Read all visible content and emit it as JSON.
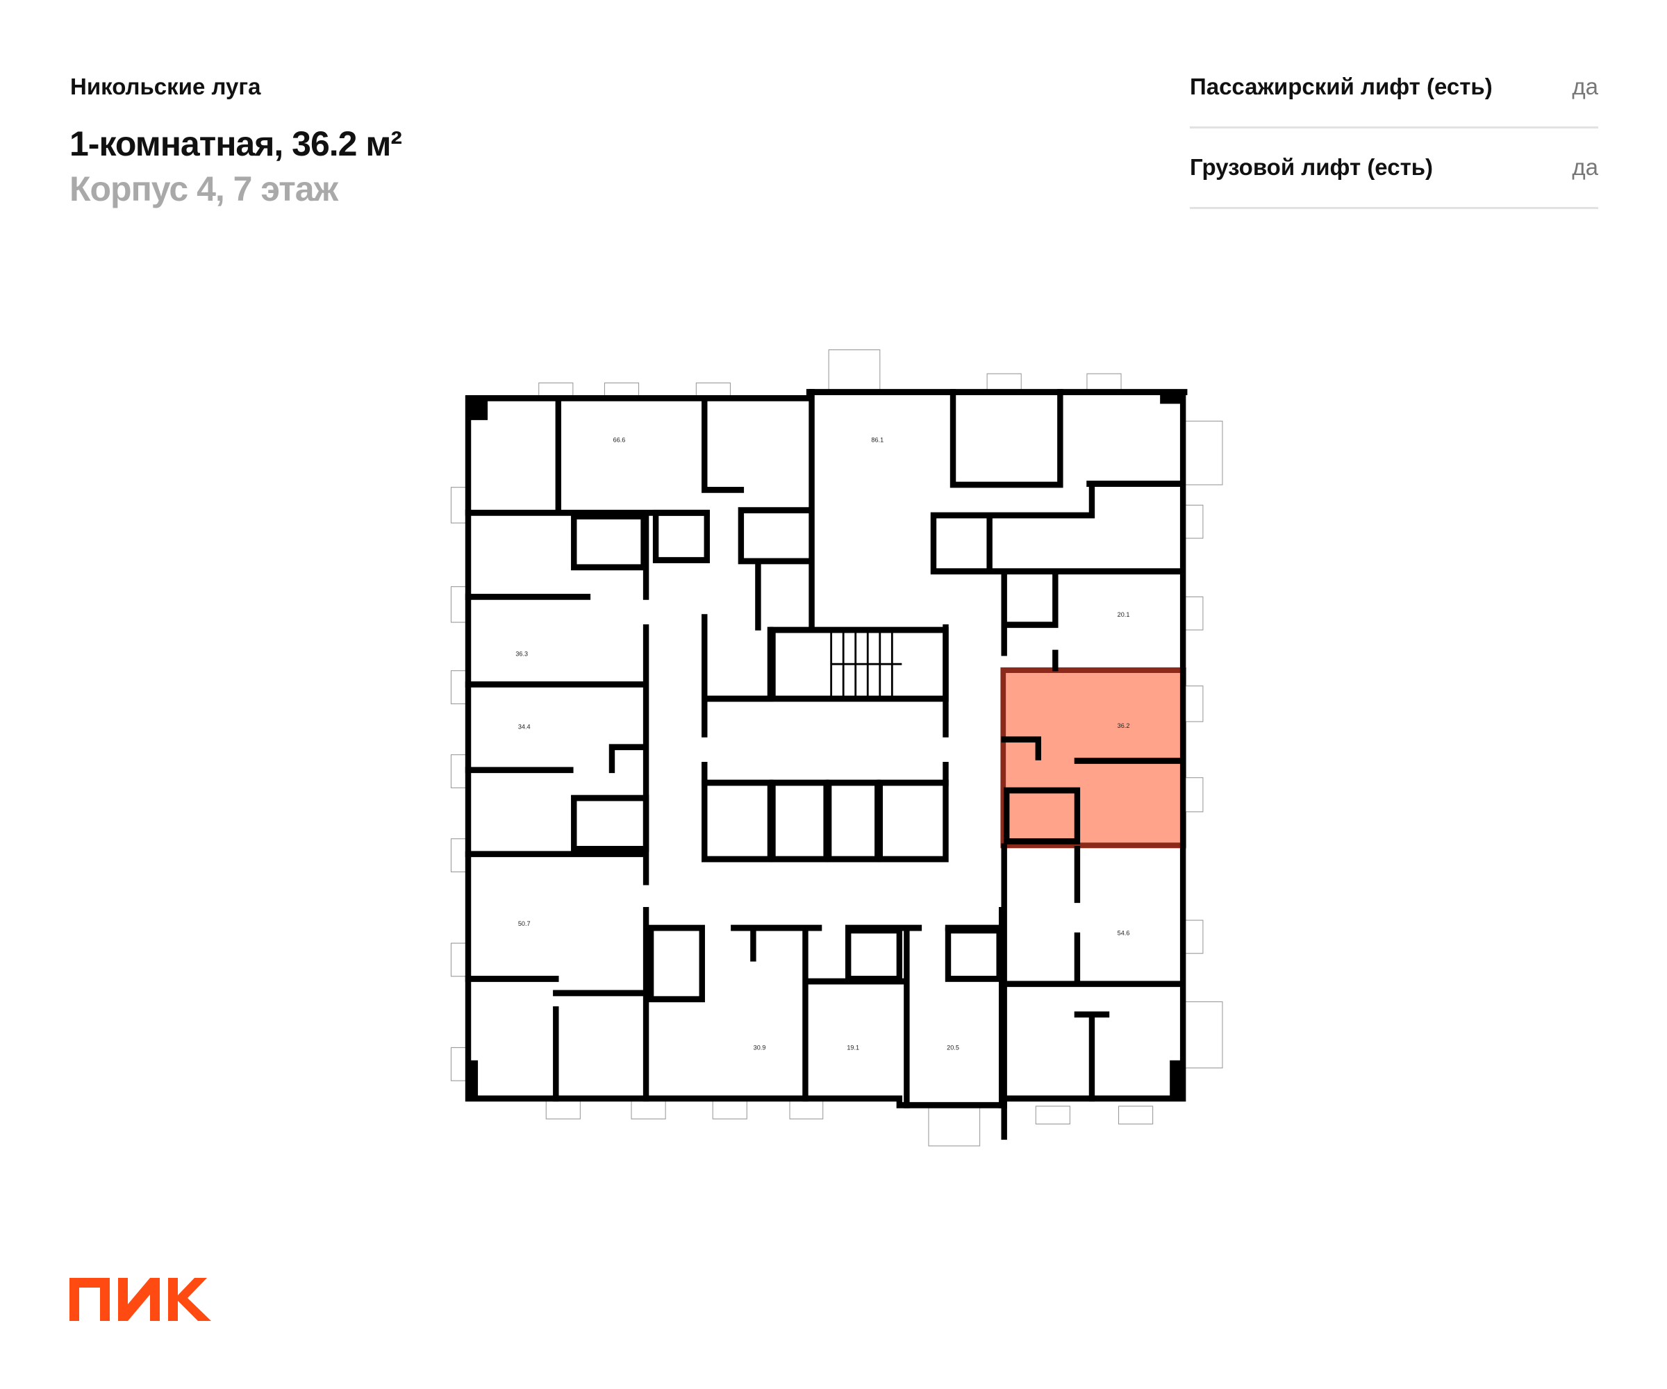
{
  "header": {
    "project": "Никольские луга",
    "title": "1-комнатная, 36.2 м²",
    "subtitle": "Корпус 4, 7 этаж"
  },
  "features": [
    {
      "label": "Пассажирский лифт (есть)",
      "value": "да"
    },
    {
      "label": "Грузовой лифт (есть)",
      "value": "да"
    }
  ],
  "plan": {
    "highlight_color": "#FF9A7E",
    "highlight_border": "#8B2A1B",
    "selected_area": "36.2",
    "areas": [
      "66.6",
      "86.1",
      "20.1",
      "36.3",
      "34.4",
      "36.2",
      "50.7",
      "54.6",
      "30.9",
      "19.1",
      "20.5"
    ]
  },
  "logo": {
    "text": "ПИК",
    "color": "#FF4B12"
  }
}
